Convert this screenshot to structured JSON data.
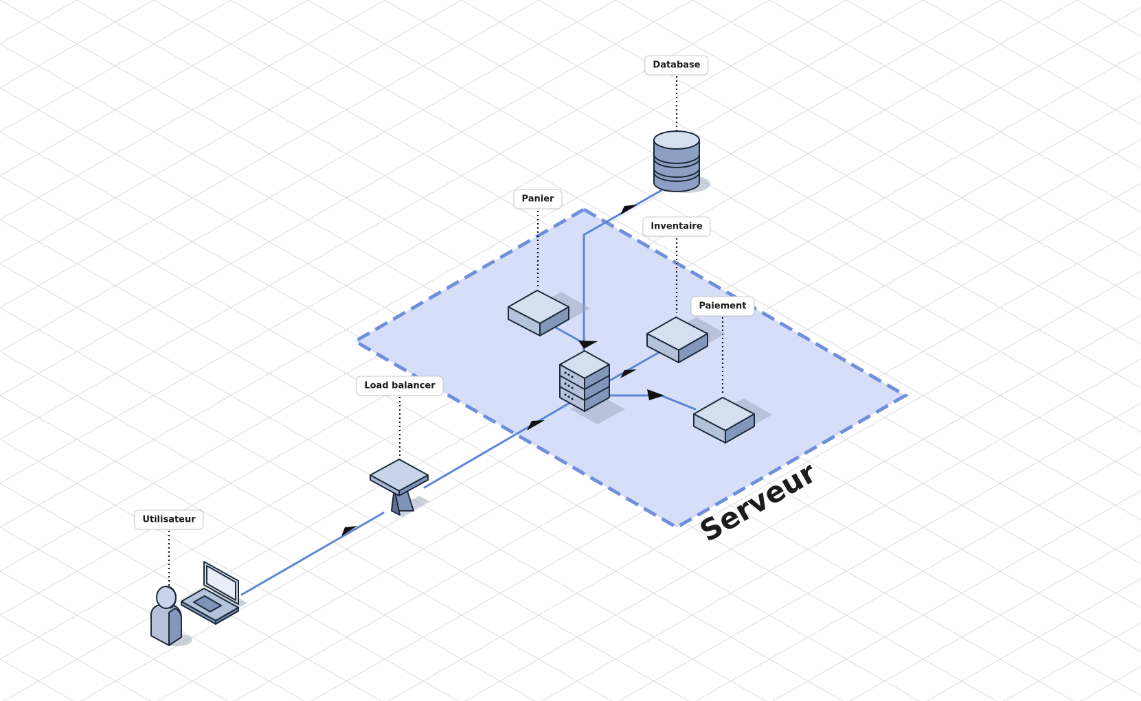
{
  "diagram": {
    "zone": {
      "label": "Serveur",
      "fill": "#d3dbf7",
      "stroke": "#6f8fdc"
    },
    "labels": {
      "database": "Database",
      "panier": "Panier",
      "inventaire": "Inventaire",
      "paiement": "Paiement",
      "load_balancer": "Load balancer",
      "utilisateur": "Utilisateur"
    },
    "colors": {
      "connector": "#5b86d6",
      "device_top": "#cfd9ec",
      "device_left": "#a9b8d3",
      "device_right": "#7f93b8",
      "outline": "#1e2a3a",
      "grid": "#dedede"
    },
    "icons": [
      "user-icon",
      "laptop-icon",
      "load-balancer-icon",
      "server-rack-icon",
      "microservice-box-icon",
      "database-icon",
      "arrow-head-icon"
    ]
  }
}
